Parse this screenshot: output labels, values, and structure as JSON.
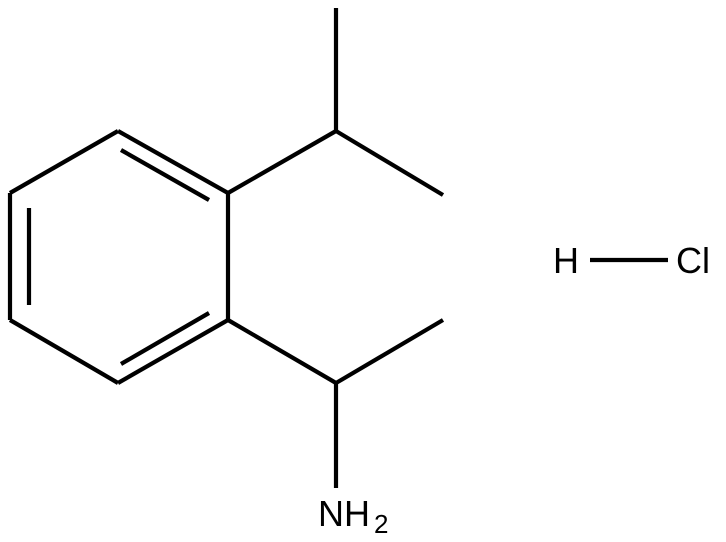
{
  "molecule": {
    "amine_label": "NH",
    "amine_subscript": "2",
    "salt": {
      "h_label": "H",
      "cl_label": "Cl"
    }
  }
}
